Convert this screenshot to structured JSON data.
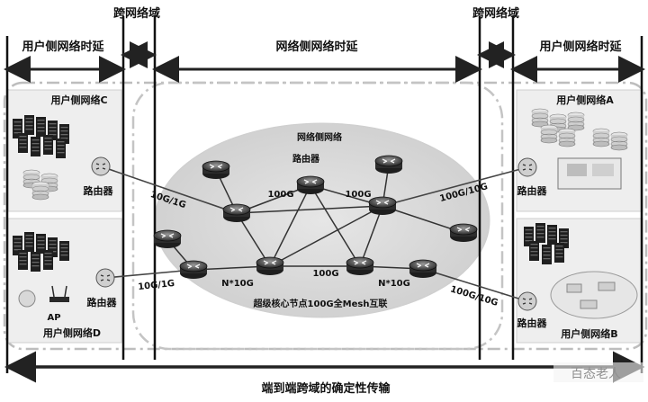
{
  "labels": {
    "cross_domain_left": "跨网络域",
    "cross_domain_right": "跨网络域",
    "user_latency_left": "用户侧网络时延",
    "network_latency": "网络侧网络时延",
    "user_latency_right": "用户侧网络时延",
    "net_c": "用户侧网络C",
    "net_d": "用户侧网络D",
    "net_a": "用户侧网络A",
    "net_b": "用户侧网络B",
    "router": "路由器",
    "ap": "AP",
    "core_net": "网络侧网络",
    "core_router": "路由器",
    "link_c": "10G/1G",
    "link_d": "10G/1G",
    "link_a": "100G/10G",
    "link_b": "100G/10G",
    "speed_top_left": "100G",
    "speed_top_right": "100G",
    "speed_bottom": "100G",
    "nx10_left": "N*10G",
    "nx10_right": "N*10G",
    "mesh_caption": "超级核心节点100G全Mesh互联",
    "bottom_caption": "端到端跨域的确定性传输",
    "watermark": "百态老人"
  }
}
